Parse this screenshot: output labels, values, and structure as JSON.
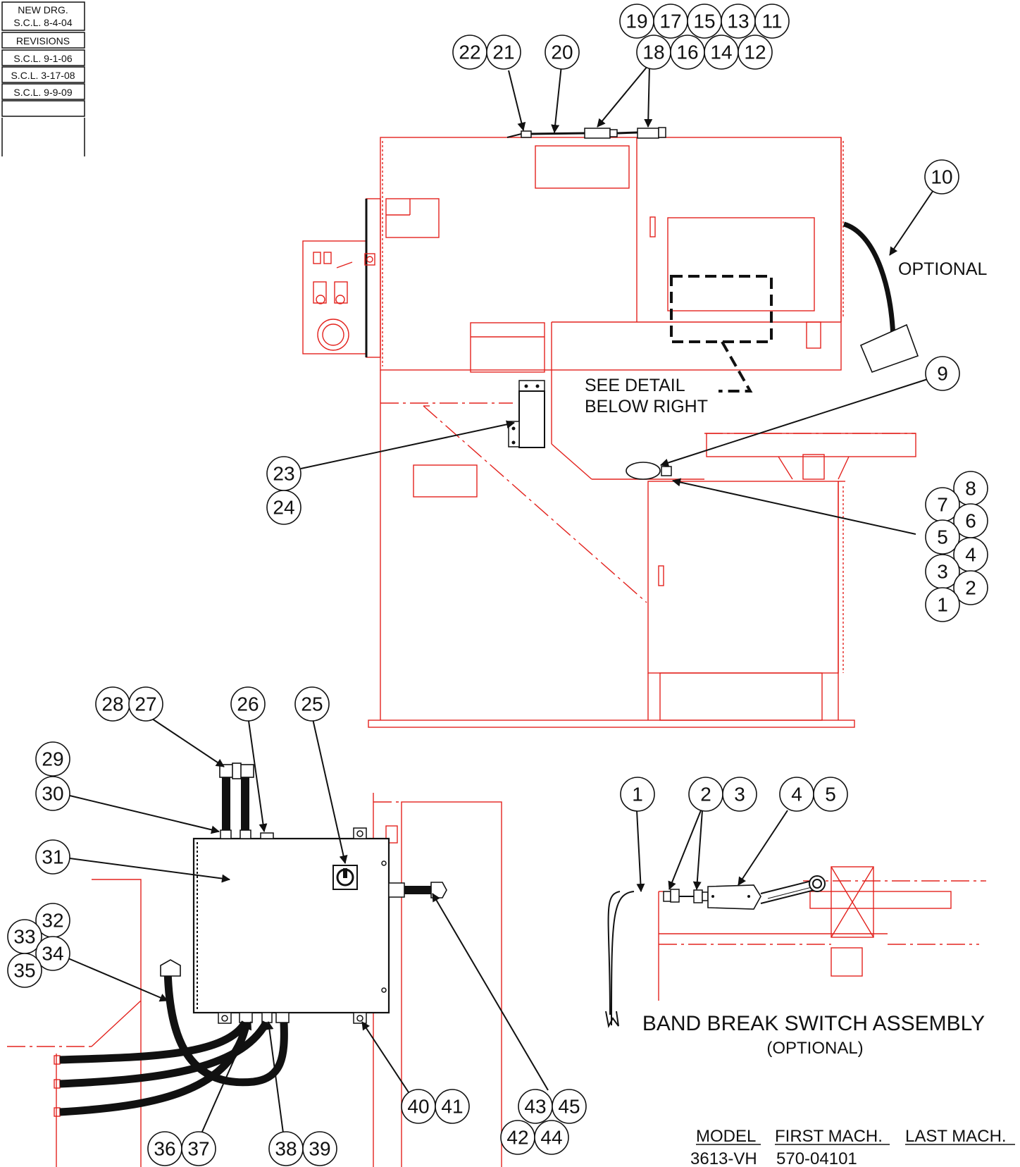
{
  "revision_block": {
    "new_drawing_line1": "NEW DRG.",
    "new_drawing_line2": "S.C.L. 8-4-04",
    "header": "REVISIONS",
    "entries": [
      "S.C.L. 9-1-06",
      "S.C.L. 3-17-08",
      "S.C.L. 9-9-09"
    ]
  },
  "labels": {
    "optional": "OPTIONAL",
    "see_detail_line1": "SEE DETAIL",
    "see_detail_line2": "BELOW RIGHT",
    "assembly_title": "BAND BREAK SWITCH ASSEMBLY",
    "assembly_subtitle": "(OPTIONAL)"
  },
  "model_table": {
    "header_model": "MODEL",
    "header_first": "FIRST MACH.",
    "header_last": "LAST MACH.",
    "row_model": "3613-VH",
    "row_first": "570-04101"
  },
  "callouts": {
    "c22": "22",
    "c21": "21",
    "c20": "20",
    "c19": "19",
    "c17": "17",
    "c15": "15",
    "c13": "13",
    "c11": "11",
    "c18": "18",
    "c16": "16",
    "c14": "14",
    "c12": "12",
    "c10": "10",
    "c9": "9",
    "c8": "8",
    "c7": "7",
    "c6": "6",
    "c5": "5",
    "c4": "4",
    "c3": "3",
    "c2": "2",
    "c1": "1",
    "c23": "23",
    "c24": "24",
    "c28": "28",
    "c27": "27",
    "c26": "26",
    "c25": "25",
    "c29": "29",
    "c30": "30",
    "c31": "31",
    "c32": "32",
    "c33": "33",
    "c34": "34",
    "c35": "35",
    "c36": "36",
    "c37": "37",
    "c38": "38",
    "c39": "39",
    "c40": "40",
    "c41": "41",
    "c43": "43",
    "c45": "45",
    "c42": "42",
    "c44": "44",
    "d1": "1",
    "d2": "2",
    "d3": "3",
    "d4": "4",
    "d5": "5"
  }
}
